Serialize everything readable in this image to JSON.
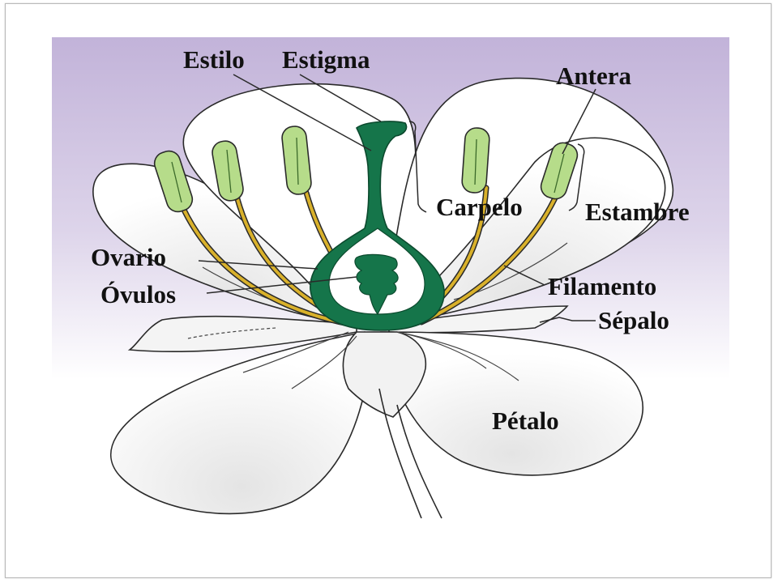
{
  "labels": {
    "estilo": "Estilo",
    "estigma": "Estigma",
    "antera": "Antera",
    "carpelo": "Carpelo",
    "estambre": "Estambre",
    "ovario": "Ovario",
    "ovulos": "Óvulos",
    "filamento": "Filamento",
    "sepalo": "Sépalo",
    "petalo": "Pétalo"
  },
  "colors": {
    "background_top": "#c3b4d9",
    "background_bottom": "#ffffff",
    "petal_fill": "#ffffff",
    "carpel_green": "#15754a",
    "anther_green": "#b6dc8a",
    "filament_yellow": "#d9b12b",
    "outline": "#2a2a2a"
  }
}
